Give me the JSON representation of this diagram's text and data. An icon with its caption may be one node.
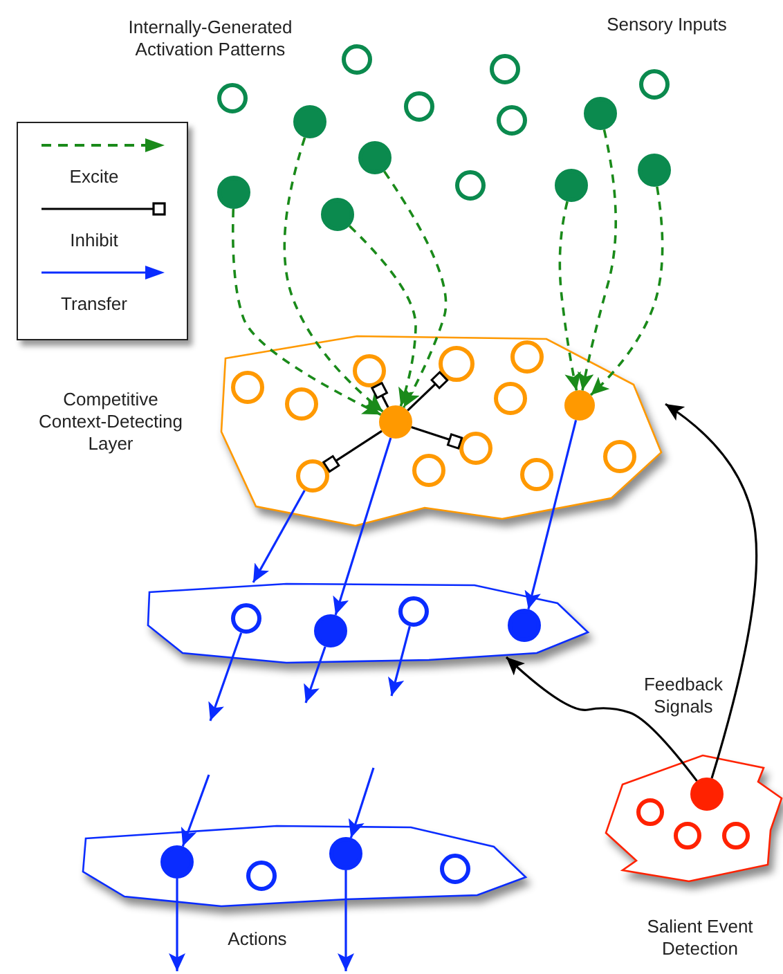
{
  "diagram": {
    "nodes": [
      {
        "text": [],
        "shape": "circle"
      },
      {
        "text": [],
        "shape": "circle"
      },
      {
        "text": [],
        "shape": "circle"
      },
      {
        "text": [],
        "shape": "circle"
      },
      {
        "text": [],
        "shape": "circle"
      },
      {
        "text": [],
        "shape": "circle"
      },
      {
        "text": [],
        "shape": "circle"
      },
      {
        "text": [],
        "shape": "circle"
      },
      {
        "text": [],
        "shape": "circle"
      },
      {
        "text": [],
        "shape": "circle"
      },
      {
        "text": [],
        "shape": "circle"
      },
      {
        "text": [],
        "shape": "circle"
      },
      {
        "text": [],
        "shape": "circle"
      },
      {
        "text": [],
        "shape": "circle"
      },
      {
        "text": [
          "Competitive Context-Detecting Layer"
        ]
      },
      {
        "text": [],
        "shape": "circle",
        "in": 14
      },
      {
        "text": [],
        "shape": "circle",
        "in": 14
      },
      {
        "text": [],
        "shape": "circle",
        "in": 14
      },
      {
        "text": [],
        "shape": "circle",
        "in": 14
      },
      {
        "text": [],
        "shape": "circle",
        "in": 14
      },
      {
        "text": [],
        "shape": "circle",
        "in": 14
      },
      {
        "text": [],
        "shape": "circle",
        "in": 14
      },
      {
        "text": [],
        "shape": "circle",
        "in": 14
      },
      {
        "text": [],
        "shape": "circle",
        "in": 14
      },
      {
        "text": [],
        "shape": "circle",
        "in": 14
      },
      {
        "text": [],
        "shape": "circle",
        "in": 14
      },
      {
        "text": [],
        "shape": "circle",
        "in": 14
      },
      {
        "text": [],
        "shape": "circle",
        "in": 14
      },
      {
        "text": [],
        "shape": "polygon"
      },
      {
        "text": [],
        "shape": "circle",
        "in": 28
      },
      {
        "text": [],
        "shape": "circle",
        "in": 28
      },
      {
        "text": [],
        "shape": "circle",
        "in": 28
      },
      {
        "text": [],
        "shape": "circle",
        "in": 28
      },
      {
        "text": [
          "Actions"
        ]
      },
      {
        "text": [],
        "shape": "circle",
        "in": 33
      },
      {
        "text": [],
        "shape": "circle",
        "in": 33
      },
      {
        "text": [],
        "shape": "circle",
        "in": 33
      },
      {
        "text": [],
        "shape": "circle",
        "in": 33
      },
      {
        "text": [
          "Salient Event Detection"
        ]
      },
      {
        "text": [],
        "shape": "circle",
        "in": 38
      },
      {
        "text": [],
        "shape": "circle",
        "in": 38
      },
      {
        "text": [],
        "shape": "circle",
        "in": 38
      },
      {
        "text": [],
        "shape": "circle",
        "in": 38
      }
    ],
    "edges": [
      {
        "from": 12,
        "to": 22,
        "arrow": "to",
        "style": "dashed",
        "color": "#1a8a1a"
      },
      {
        "from": 7,
        "to": 22,
        "arrow": "to",
        "style": "dashed",
        "color": "#1a8a1a"
      },
      {
        "from": 13,
        "to": 22,
        "arrow": "to",
        "style": "dashed",
        "color": "#1a8a1a"
      },
      {
        "from": 8,
        "to": 22,
        "arrow": "to",
        "style": "dashed",
        "color": "#1a8a1a"
      },
      {
        "from": 11,
        "to": 21,
        "arrow": "to",
        "style": "dashed",
        "color": "#1a8a1a"
      },
      {
        "from": 5,
        "to": 21,
        "arrow": "to",
        "style": "dashed",
        "color": "#1a8a1a"
      },
      {
        "from": 9,
        "to": 21,
        "arrow": "to",
        "style": "dashed",
        "color": "#1a8a1a"
      },
      {
        "from": 22,
        "to": 17,
        "arrow": "other",
        "color": "#000000"
      },
      {
        "from": 22,
        "to": 16,
        "arrow": "other",
        "color": "#000000"
      },
      {
        "from": 22,
        "to": 23,
        "arrow": "other",
        "color": "#000000"
      },
      {
        "from": 22,
        "to": 27,
        "arrow": "other",
        "color": "#000000"
      },
      {
        "from": 27,
        "to": 28,
        "arrow": "to"
      },
      {
        "from": 22,
        "to": 30,
        "arrow": "to"
      },
      {
        "from": 21,
        "to": 32,
        "arrow": "to"
      },
      {
        "from": 29,
        "to": null,
        "arrow": "to"
      },
      {
        "from": 30,
        "to": null,
        "arrow": "to"
      },
      {
        "from": 31,
        "to": null,
        "arrow": "to"
      },
      {
        "from": null,
        "to": 34,
        "arrow": "to"
      },
      {
        "from": null,
        "to": 36,
        "arrow": "to"
      },
      {
        "from": 34,
        "to": null,
        "arrow": "to"
      },
      {
        "from": 36,
        "to": null,
        "arrow": "to"
      },
      {
        "from": 39,
        "to": 28,
        "arrow": "to",
        "color": "#000000"
      },
      {
        "from": 39,
        "to": 14,
        "arrow": "to",
        "color": "#000000"
      }
    ],
    "labels": [
      "Internally-Generated Activation Patterns",
      "Sensory Inputs",
      "Feedback Signals"
    ],
    "legend": [
      {
        "text": "Excite"
      },
      {
        "text": "Inhibit"
      },
      {
        "text": "Transfer"
      }
    ]
  }
}
